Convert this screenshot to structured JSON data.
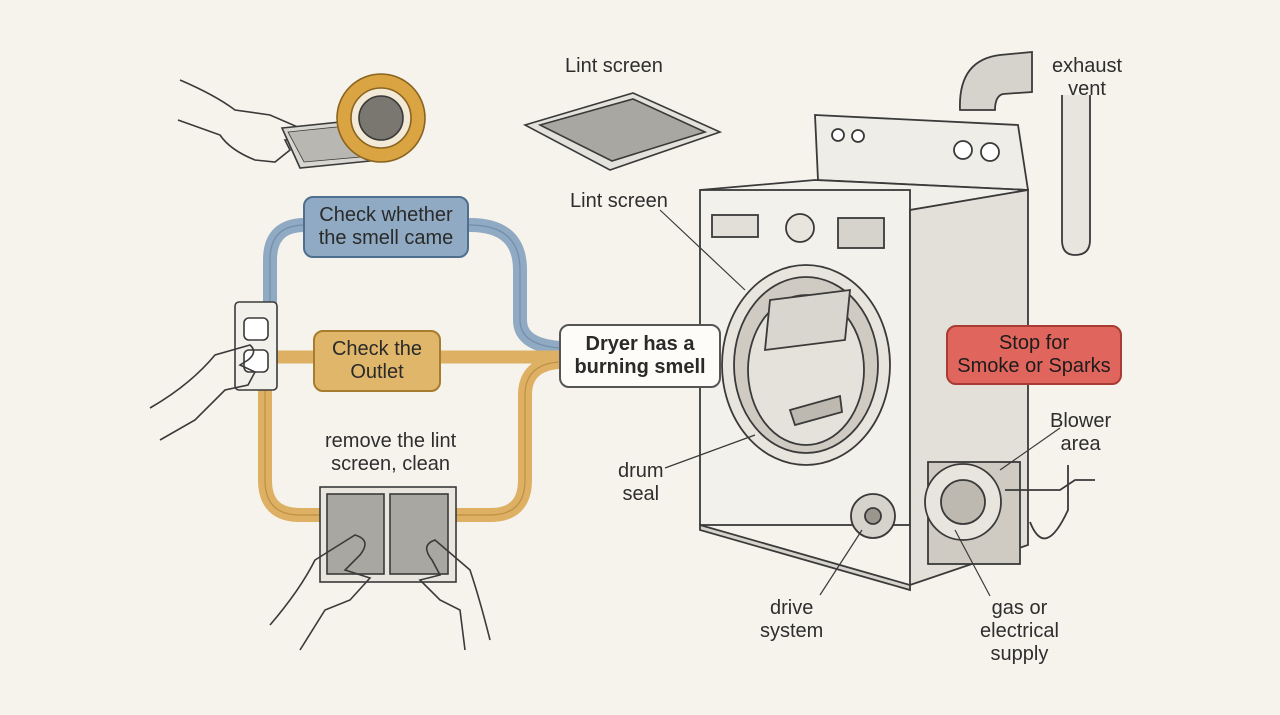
{
  "labels": {
    "lint_screen_top": "Lint screen",
    "lint_screen_mid": "Lint screen",
    "exhaust_vent": "exhaust\nvent",
    "remove_lint": "remove the lint\nscreen, clean",
    "drum_seal": "drum\nseal",
    "blower_area": "Blower\narea",
    "drive_system": "drive\nsystem",
    "gas_electrical": "gas or\nelectrical\nsupply"
  },
  "boxes": {
    "check_smell": "Check whether\nthe smell came",
    "check_outlet": "Check the\nOutlet",
    "center": "Dryer has a\nburning smell",
    "stop": "Stop for\nSmoke or Sparks"
  },
  "colors": {
    "background": "#f6f3ec",
    "blue_path": "#8faac2",
    "orange_path": "#deb064",
    "red_box": "#e0655c",
    "ink": "#3a3a3a"
  }
}
